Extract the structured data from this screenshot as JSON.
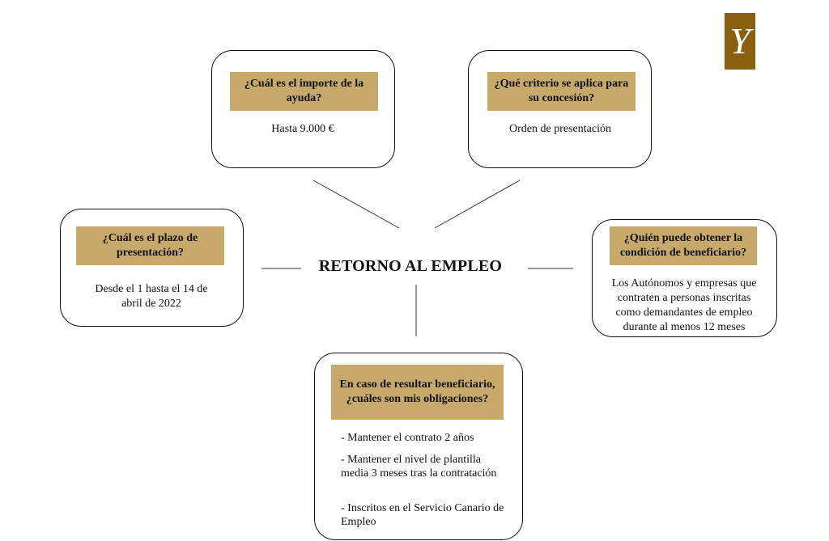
{
  "logo": {
    "letter": "Y"
  },
  "center": {
    "title": "RETORNO AL EMPLEO"
  },
  "cards": {
    "importe": {
      "question": "¿Cuál es el importe de la ayuda?",
      "answer": "Hasta 9.000 €"
    },
    "criterio": {
      "question": "¿Qué criterio se aplica para su concesión?",
      "answer": "Orden de presentación"
    },
    "plazo": {
      "question": "¿Cuál es el plazo de presentación?",
      "answer": "Desde el 1 hasta el 14 de abril de 2022"
    },
    "beneficiario": {
      "question": "¿Quién puede obtener la condición de beneficiario?",
      "answer": "Los Autónomos y empresas que contraten a personas inscritas como demandantes de empleo durante al menos 12 meses"
    },
    "obligaciones": {
      "question": "En caso de resultar beneficiario, ¿cuáles son mis obligaciones?",
      "items": [
        "- Mantener el contrato 2 años",
        "- Mantener el nivel de plantilla media 3 meses tras la contratación",
        "- Inscritos en el Servicio Canario de Empleo"
      ]
    }
  },
  "colors": {
    "accent": "#c6a96b",
    "logo": "#8a5f10",
    "border": "#111111"
  }
}
